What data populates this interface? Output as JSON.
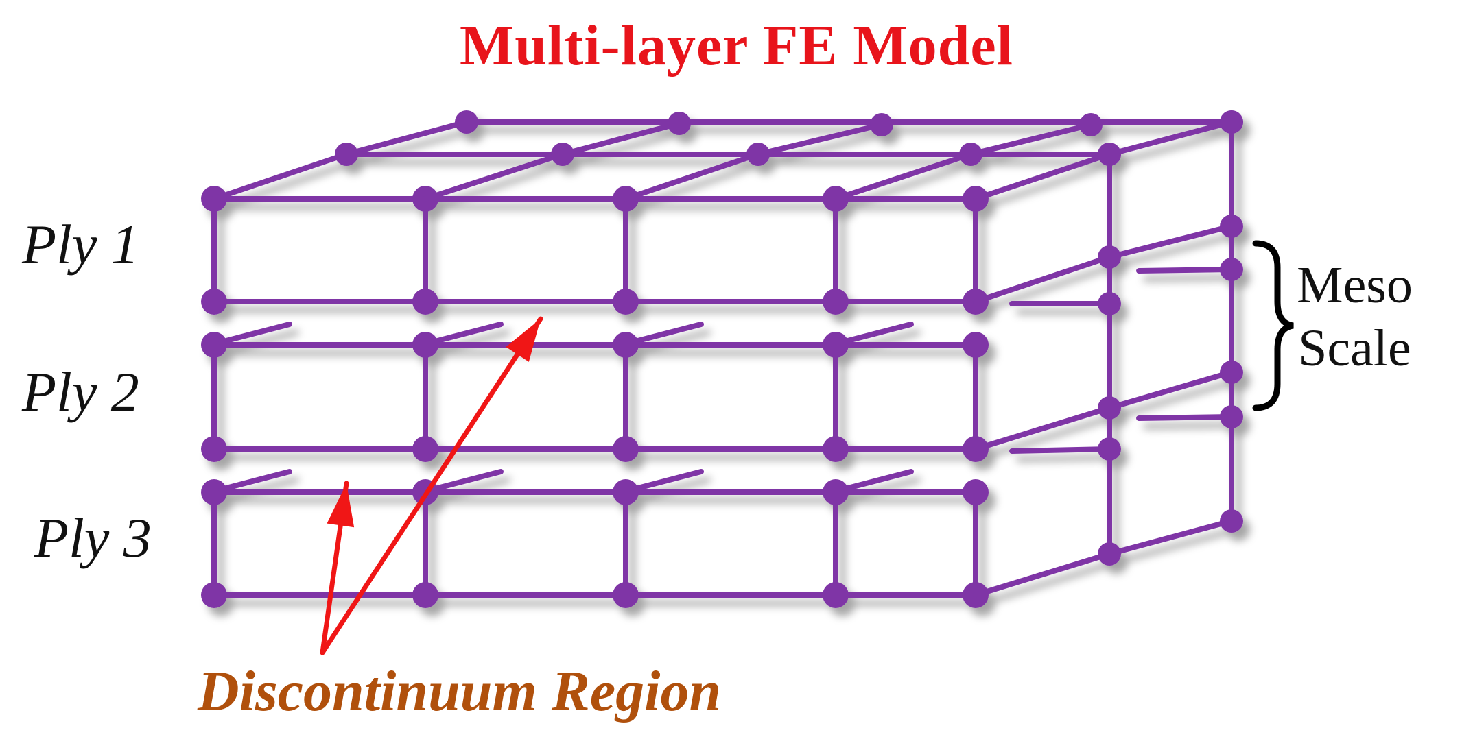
{
  "diagram": {
    "title": "Multi-layer FE Model",
    "plies": [
      "Ply 1",
      "Ply 2",
      "Ply 3"
    ],
    "scale_label_line1": "Meso",
    "scale_label_line2": "Scale",
    "region_label": "Discontinuum Region"
  },
  "colors": {
    "title": "#e8141b",
    "mesh": "#7f35a6",
    "arrow": "#f01616",
    "region_label": "#b0500c",
    "brace": "#000000"
  }
}
